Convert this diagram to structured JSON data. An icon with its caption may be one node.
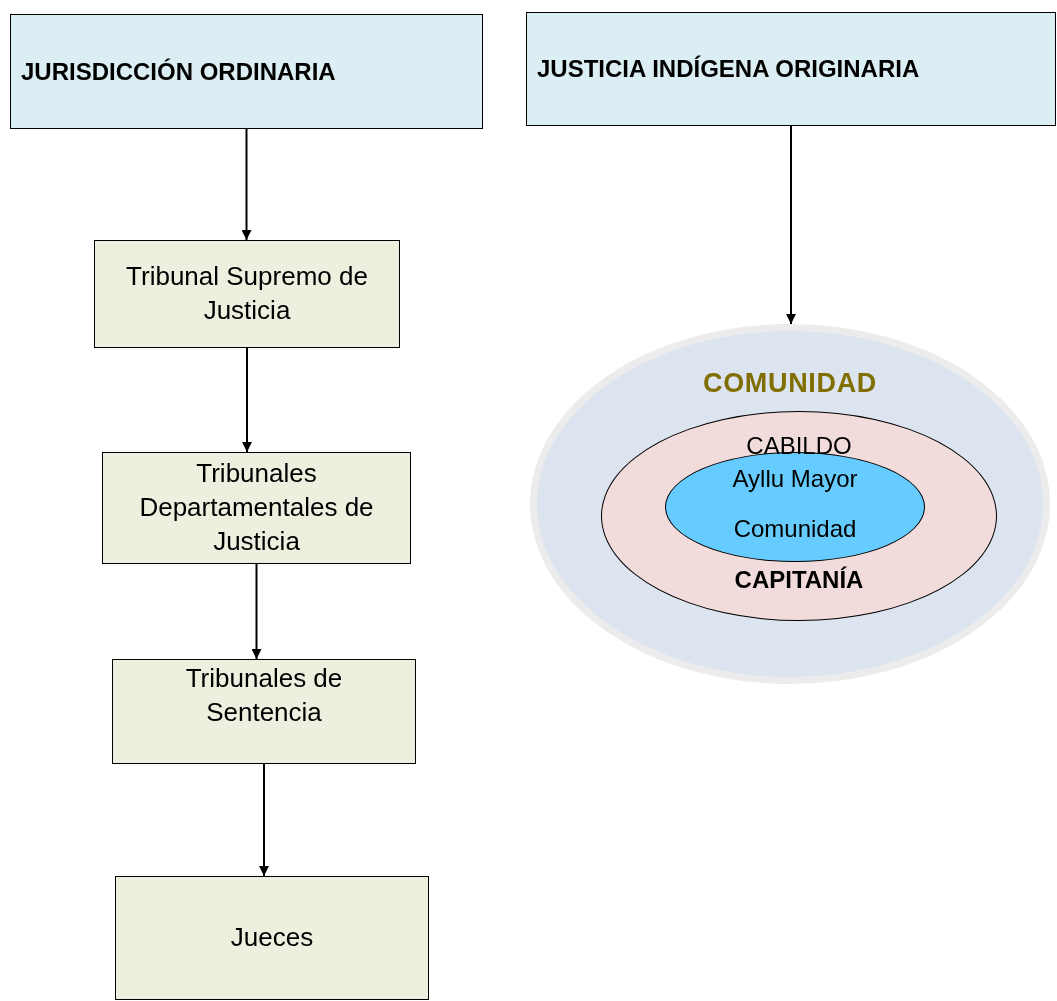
{
  "diagram": {
    "nodes": [
      {
        "text": [
          "JURISDICCIÓN ORDINARIA"
        ]
      },
      {
        "text": [
          "Tribunal Supremo de Justicia"
        ]
      },
      {
        "text": [
          "Tribunales Departamentales de Justicia"
        ]
      },
      {
        "text": [
          "Tribunales de Sentencia"
        ]
      },
      {
        "text": [
          "Jueces"
        ]
      },
      {
        "text": [
          "JUSTICIA INDÍGENA ORIGINARIA"
        ]
      },
      {
        "text": [
          "COMUNIDAD"
        ]
      },
      {
        "text": [
          "CABILDO",
          "CAPITANÍA"
        ],
        "in": 6
      },
      {
        "text": [
          "Ayllu Mayor",
          "Comunidad"
        ],
        "in": 7
      }
    ],
    "edges": [
      {
        "from": 0,
        "to": 1,
        "arrow": "to"
      },
      {
        "from": 1,
        "to": 2,
        "arrow": "to"
      },
      {
        "from": 2,
        "to": 3,
        "arrow": "to"
      },
      {
        "from": 3,
        "to": 4,
        "arrow": "to"
      },
      {
        "from": 5,
        "to": 6,
        "arrow": "to"
      }
    ]
  }
}
